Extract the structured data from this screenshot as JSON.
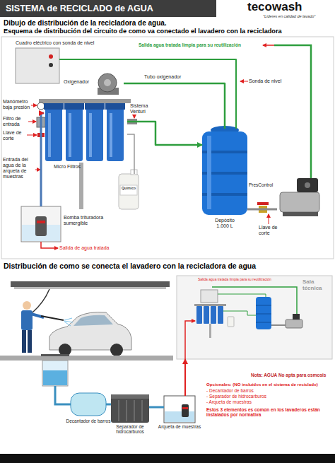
{
  "diagram": {
    "title": "SISTEMA de RECICLADO de AGUA",
    "nodes": [
      {
        "text": [
          "Cuadro eléctrico con sonda de nivel"
        ]
      },
      {
        "text": [
          "Oxigenador"
        ]
      },
      {
        "text": [
          "Micro Filtros"
        ]
      },
      {
        "text": [
          "Químico"
        ]
      },
      {
        "text": [
          "Depósito 1.000 L"
        ]
      },
      {
        "text": [
          "PresControl"
        ]
      },
      {
        "text": [
          "Bomba trituradora sumergible"
        ]
      },
      {
        "text": [
          "Sala técnica"
        ]
      },
      {
        "text": [
          "Decantador de barros"
        ]
      },
      {
        "text": [
          "Separador de hidrocarburos"
        ]
      },
      {
        "text": [
          "Arqueta de muestras"
        ]
      }
    ],
    "edges": [
      {
        "from": 6,
        "to": 2,
        "arrow": "to"
      },
      {
        "from": 2,
        "to": 4,
        "arrow": "to"
      },
      {
        "from": 1,
        "to": 4,
        "arrow": "none"
      },
      {
        "from": 0,
        "to": 4,
        "arrow": "none"
      },
      {
        "from": 4,
        "to": 5,
        "arrow": "none"
      },
      {
        "from": 3,
        "to": 2,
        "arrow": "none"
      },
      {
        "from": 8,
        "to": 9,
        "arrow": "none"
      },
      {
        "from": 9,
        "to": 10,
        "arrow": "none"
      },
      {
        "from": 10,
        "to": 7,
        "arrow": "to"
      }
    ],
    "labels": [
      "tecowash",
      "\"Líderes en calidad de lavado\"",
      "Dibujo de distribución de la recicladora de agua.",
      "Esquema de distribución del circuito de como va conectado el lavadero con la recicladora",
      "Salida agua tratada limpia para su reutilización",
      "Tubo oxigenador",
      "Sonda de nivel",
      "Manómetro baja presión",
      "Filtro de entrada",
      "Llave de corte",
      "Sistema Venturi",
      "Entrada del agua de la arqueta de muestras",
      "Llave de corte",
      "Salida de agua tratada",
      "Distribución de como se conecta el lavadero con la recicladora de agua",
      "Salida agua tratada limpia para su reutilización",
      "Nota: AGUA No apta para osmosis",
      "Opcionales: (NO incluidos en el sistema de reciclado)",
      "- Decantador de barros",
      "- Separador de hidrocarburos",
      "- Arqueta de muestras",
      "Estos 3 elementos es común en los lavaderos están instalados por normativa"
    ]
  }
}
